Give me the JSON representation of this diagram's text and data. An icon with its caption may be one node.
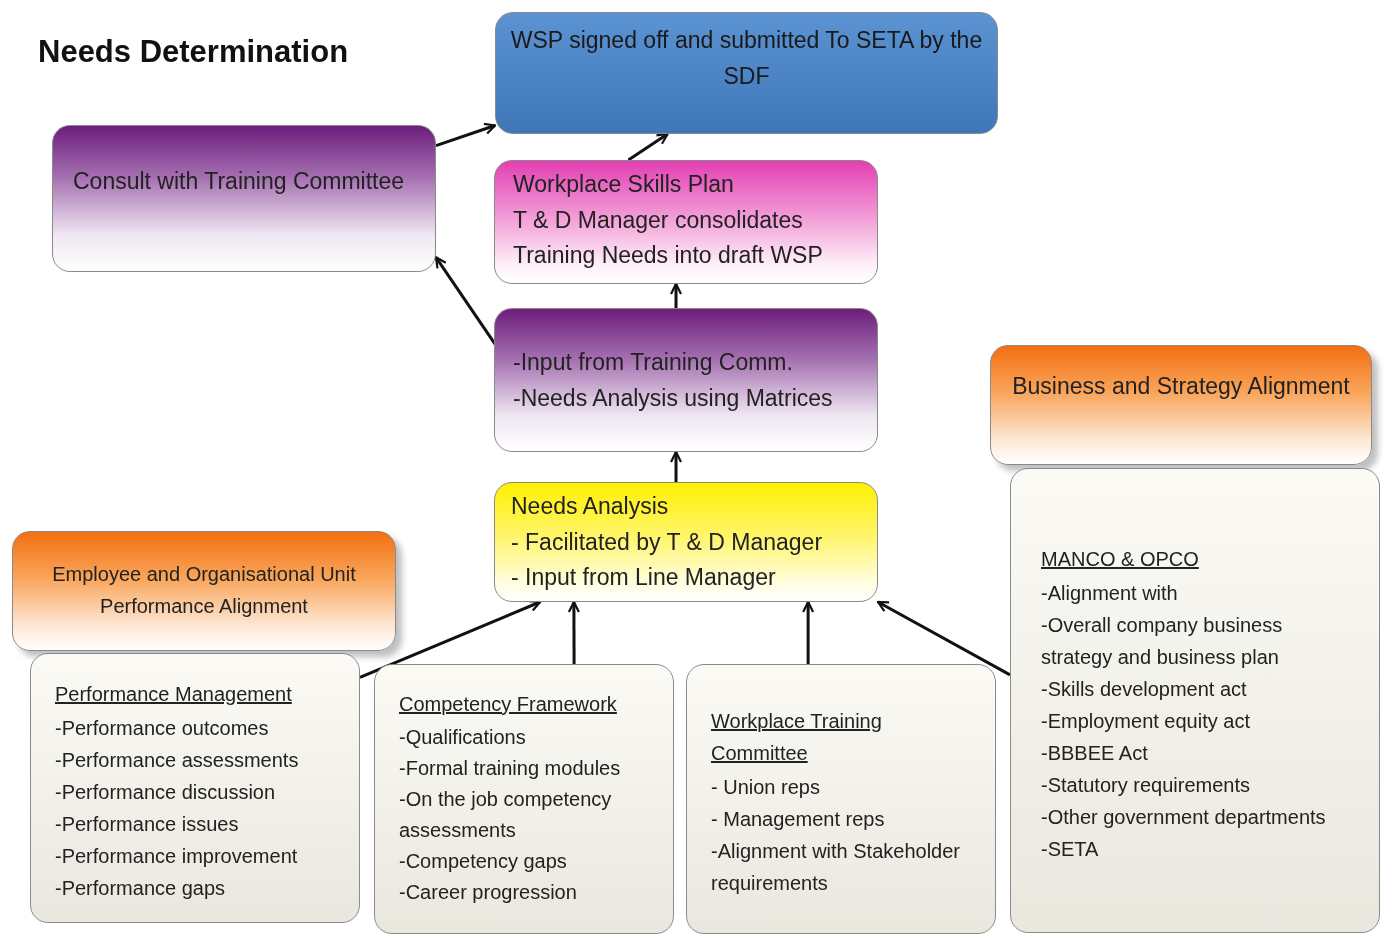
{
  "diagram": {
    "title": "Needs Determination",
    "nodes": [
      {
        "text": [
          "WSP signed off and submitted To SETA by the SDF"
        ]
      },
      {
        "text": [
          "Consult with Training Committee"
        ]
      },
      {
        "text": [
          "Workplace Skills Plan",
          "T & D Manager consolidates Training Needs into draft WSP"
        ]
      },
      {
        "text": [
          "-Input from  Training Comm.",
          "-Needs Analysis using Matrices"
        ]
      },
      {
        "text": [
          "Business and Strategy Alignment"
        ]
      },
      {
        "text": [
          "Needs Analysis",
          "- Facilitated by T & D Manager",
          "- Input from Line Manager"
        ]
      },
      {
        "text": [
          "Employee and Organisational Unit Performance Alignment"
        ]
      },
      {
        "text": [
          "Performance Management",
          "-Performance outcomes",
          "-Performance assessments",
          "-Performance discussion",
          "-Performance issues",
          "-Performance improvement",
          "-Performance gaps"
        ]
      },
      {
        "text": [
          "Competency Framework",
          "-Qualifications",
          "-Formal training modules",
          "-On the job competency assessments",
          "-Competency gaps",
          "-Career progression"
        ]
      },
      {
        "text": [
          "Workplace Training Committee",
          "- Union reps",
          "- Management reps",
          "-Alignment with Stakeholder requirements"
        ]
      },
      {
        "text": [
          "MANCO & OPCO",
          "-Alignment with",
          "-Overall company business strategy and business plan",
          "-Skills development act",
          "-Employment equity act",
          "-BBBEE Act",
          "-Statutory requirements",
          "-Other government departments",
          "-SETA"
        ]
      }
    ],
    "edges": [
      {
        "from": 1,
        "to": 0,
        "arrow": "to"
      },
      {
        "from": 2,
        "to": 0,
        "arrow": "to"
      },
      {
        "from": 3,
        "to": 2,
        "arrow": "to"
      },
      {
        "from": 3,
        "to": 1,
        "arrow": "to"
      },
      {
        "from": 5,
        "to": 3,
        "arrow": "to"
      },
      {
        "from": 7,
        "to": 5,
        "arrow": "to"
      },
      {
        "from": 8,
        "to": 5,
        "arrow": "to"
      },
      {
        "from": 9,
        "to": 5,
        "arrow": "to"
      },
      {
        "from": 10,
        "to": 5,
        "arrow": "to"
      }
    ]
  }
}
